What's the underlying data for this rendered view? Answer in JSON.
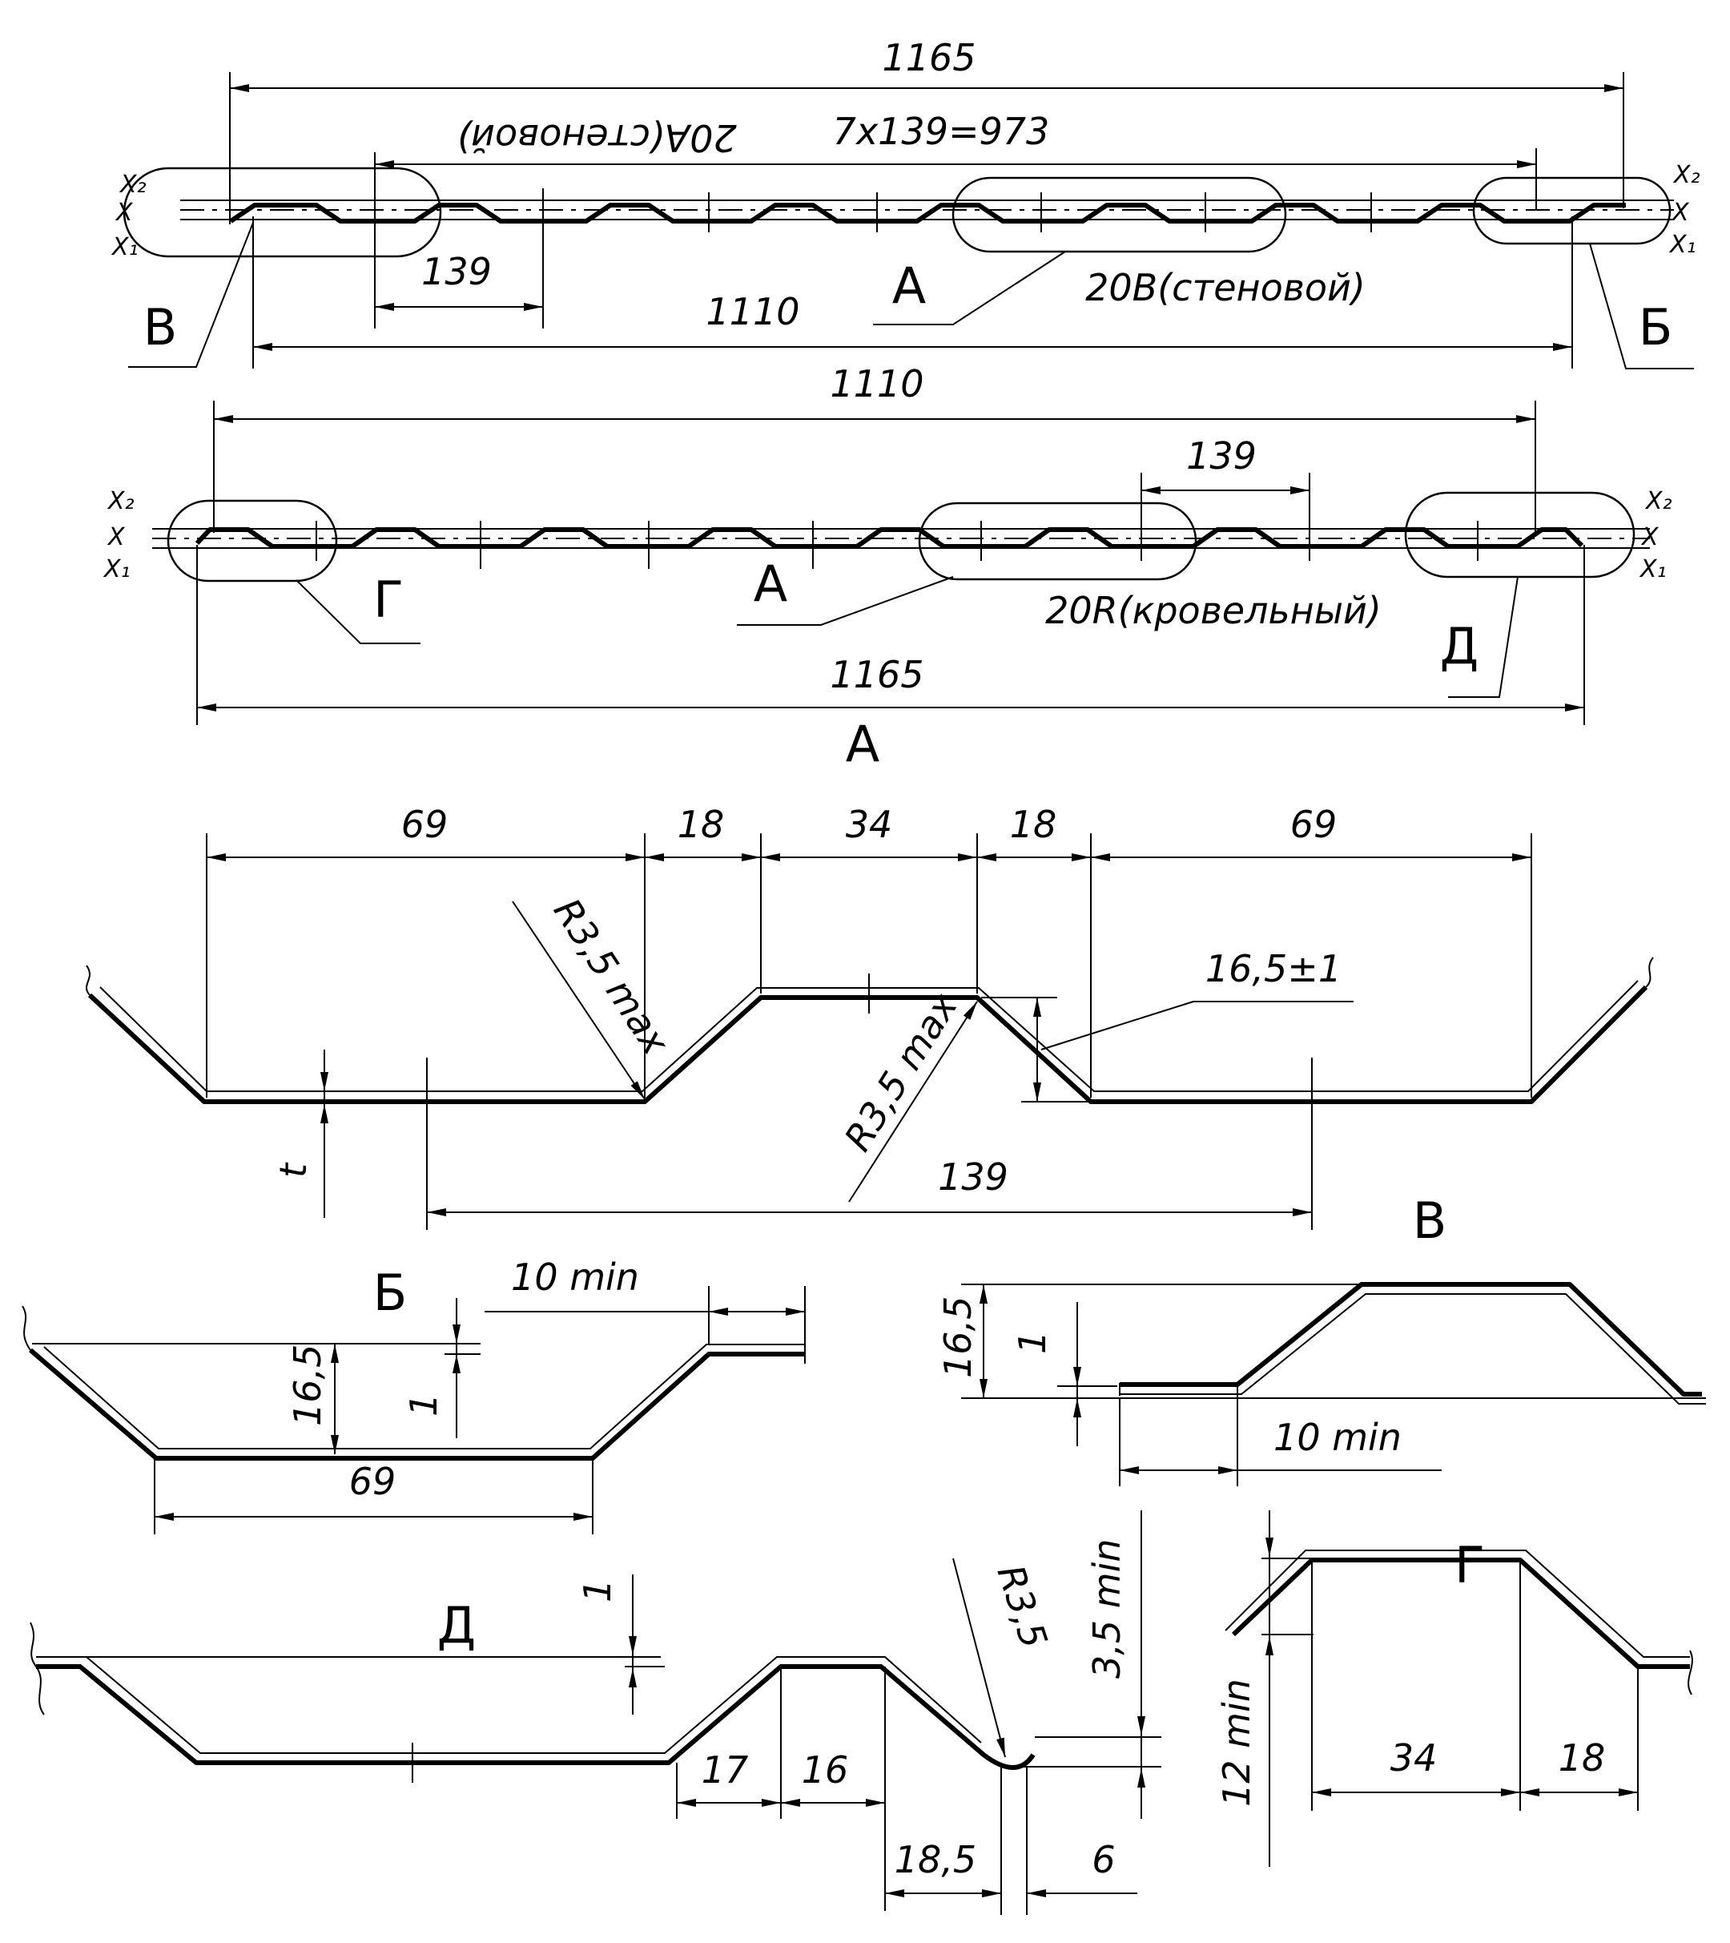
{
  "colors": {
    "line": "#000000",
    "background": "#ffffff"
  },
  "section_labels": {
    "A": "А",
    "B": "Б",
    "V": "В",
    "G": "Г",
    "D": "Д"
  },
  "axis_marks": {
    "x": "X",
    "x1": "X₁",
    "x2": "X₂"
  },
  "wall_profile": {
    "overall": "1165",
    "pitch_total": "7x139=973",
    "variant_a": "20A(стеновой)",
    "variant_b": "20B(стеновой)",
    "pitch": "139",
    "useful": "1110"
  },
  "roof_profile": {
    "useful": "1110",
    "pitch": "139",
    "variant_r": "20R(кровельный)",
    "overall": "1165"
  },
  "detail_a": {
    "d69_left": "69",
    "d18_left": "18",
    "d34": "34",
    "d18_right": "18",
    "d69_right": "69",
    "radius_top": "R3,5 max",
    "radius_bottom": "R3,5 max",
    "height": "16,5±1",
    "pitch": "139",
    "thickness": "t"
  },
  "detail_b": {
    "overlap": "10 min",
    "height": "16,5",
    "step": "1",
    "bottom": "69"
  },
  "detail_v": {
    "height": "16,5",
    "step": "1",
    "overlap": "10 min"
  },
  "detail_d": {
    "step": "1",
    "d17": "17",
    "d16": "16",
    "radius": "R3,5",
    "hook": "3,5 min",
    "d18_5": "18,5",
    "d6": "6"
  },
  "detail_g": {
    "d34": "34",
    "d18": "18",
    "d12": "12 min"
  }
}
